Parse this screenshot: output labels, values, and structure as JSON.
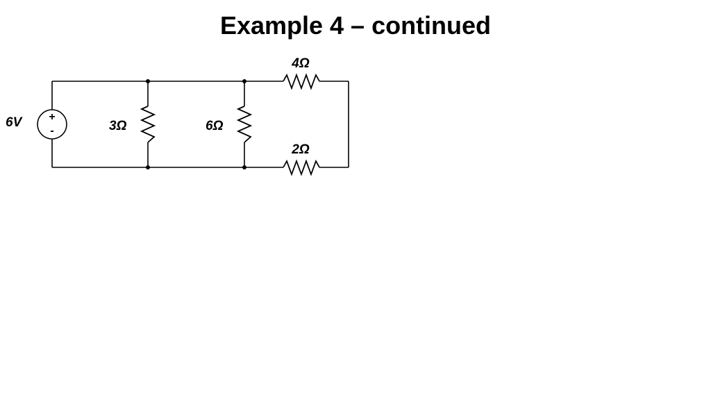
{
  "slide": {
    "title": "Example 4 – continued"
  },
  "circuit": {
    "source": {
      "label": "6V",
      "plus": "+",
      "minus": "-"
    },
    "resistors": {
      "r3": {
        "label": "3Ω"
      },
      "r6": {
        "label": "6Ω"
      },
      "r4": {
        "label": "4Ω"
      },
      "r2": {
        "label": "2Ω"
      }
    }
  },
  "colors": {
    "background": "#ffffff",
    "ink": "#000000"
  }
}
